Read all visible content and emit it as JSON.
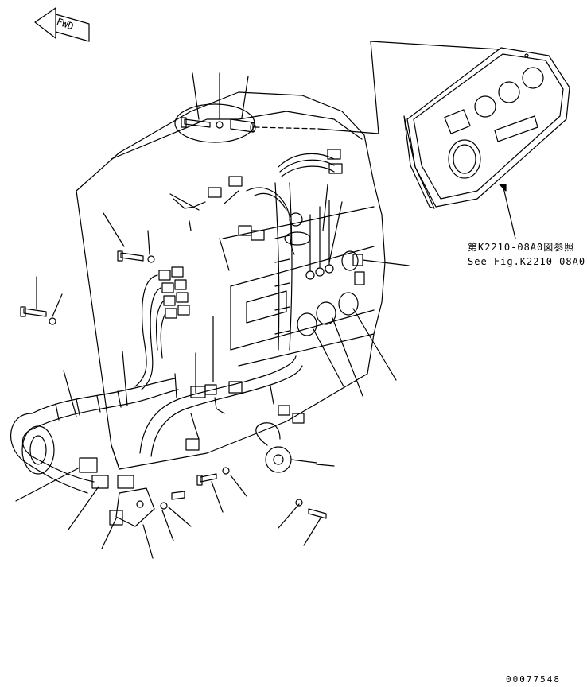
{
  "diagram": {
    "orientation_label": "FWD",
    "reference_note_jp": "第K2210-08A0図参照",
    "reference_note_en": "See Fig.K2210-08A0",
    "illustration_number": "00077548",
    "line_color": "#000000",
    "background_color": "#ffffff"
  }
}
